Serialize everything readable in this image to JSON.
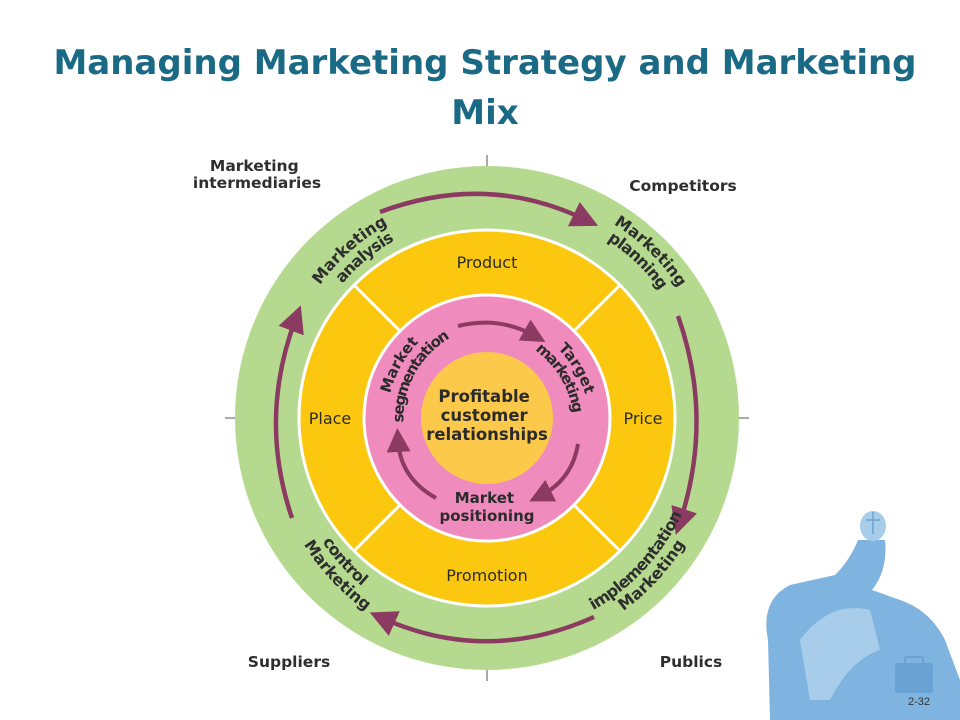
{
  "title": "Managing Marketing Strategy and Marketing Mix",
  "corners": {
    "marketing_intermediaries": [
      "Marketing",
      "intermediaries"
    ],
    "competitors": "Competitors",
    "suppliers": "Suppliers",
    "publics": "Publics"
  },
  "outer_ring": {
    "analysis": [
      "Marketing",
      "analysis"
    ],
    "planning": [
      "Marketing",
      "planning"
    ],
    "implementation": [
      "Marketing",
      "implementation"
    ],
    "control": [
      "Marketing",
      "control"
    ]
  },
  "marketing_mix": {
    "product": "Product",
    "price": "Price",
    "promotion": "Promotion",
    "place": "Place"
  },
  "inner_ring": {
    "segmentation": [
      "Market",
      "segmentation"
    ],
    "targeting": [
      "Target",
      "marketing"
    ],
    "positioning": [
      "Market",
      "positioning"
    ]
  },
  "core": [
    "Profitable",
    "customer",
    "relationships"
  ],
  "page_number": "2-32",
  "colors": {
    "title": "#1a6a85",
    "outer_ring": "#b5da8f",
    "mix_ring": "#fcc80f",
    "inner_ring": "#f08bbd",
    "core": "#fdc94a",
    "arrow": "#8b3a62",
    "figure": "#7fb4e0"
  }
}
